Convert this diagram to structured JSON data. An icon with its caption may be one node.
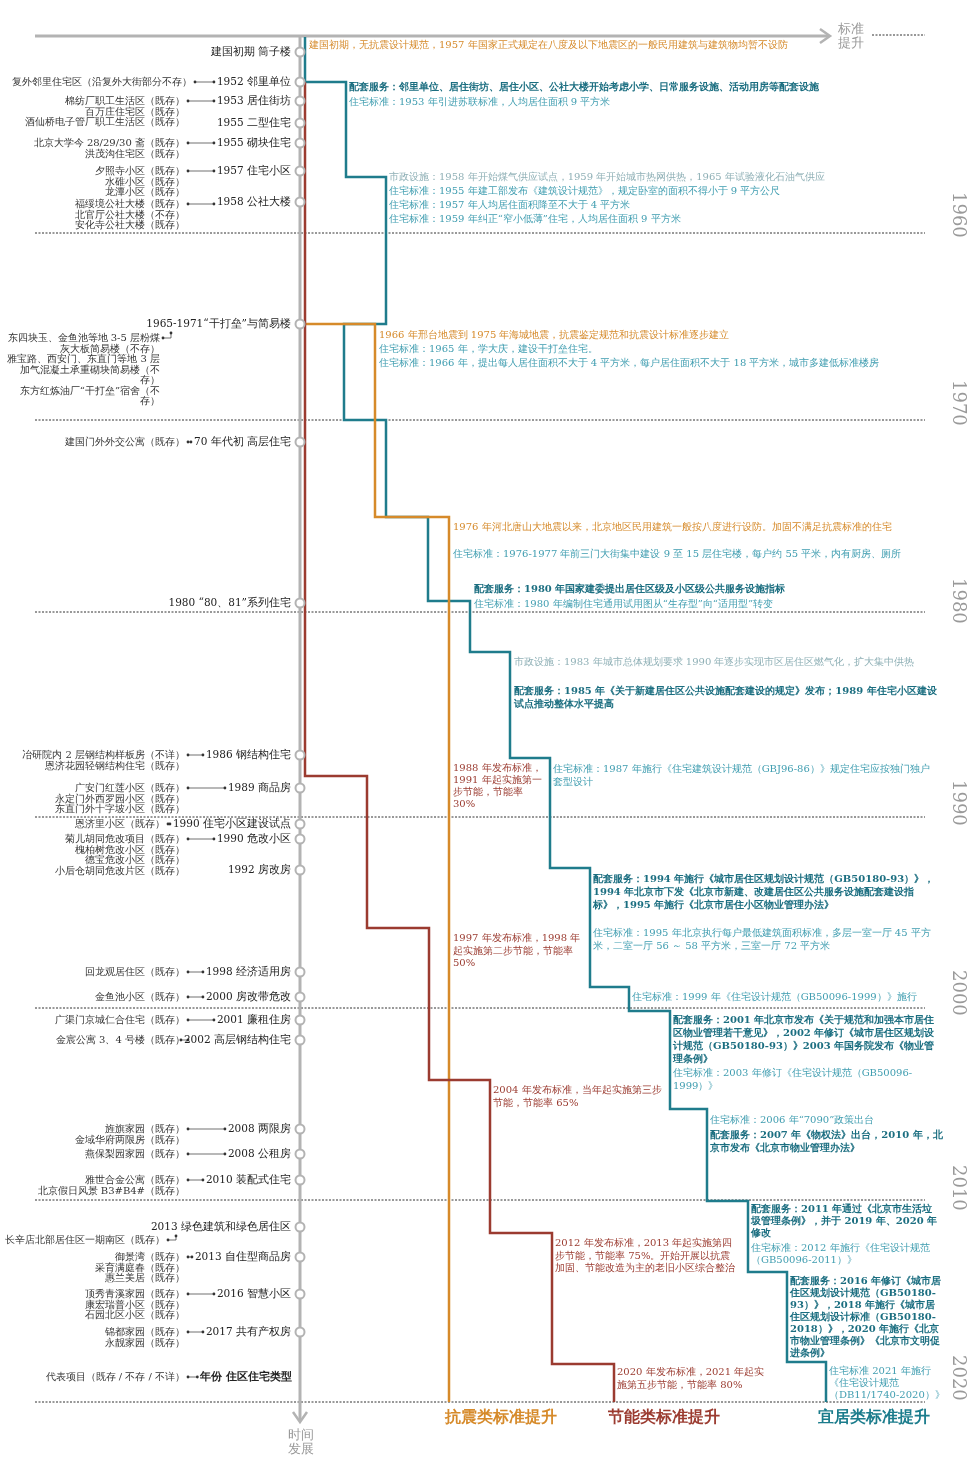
{
  "diagram": {
    "nodes": [
      {
        "text": [
          "建国初期 筒子楼"
        ]
      },
      {
        "text": [
          "1952 邻里单位"
        ]
      },
      {
        "text": [
          "复外邻里住宅区（沿复外大街部分不存）"
        ]
      },
      {
        "text": [
          "1953 居住街坊"
        ]
      },
      {
        "text": [
          "棉纺厂职工生活区（既存）",
          "百万庄住宅区（既存）",
          "酒仙桥电子管厂职工生活区（既存）"
        ]
      },
      {
        "text": [
          "1955 二型住宅"
        ]
      },
      {
        "text": [
          "1955 砌块住宅"
        ]
      },
      {
        "text": [
          "北京大学今 28/29/30 斋（既存）",
          "洪茂沟住宅区（既存）"
        ]
      },
      {
        "text": [
          "1957 住宅小区"
        ]
      },
      {
        "text": [
          "夕照寺小区（既存）",
          "水碓小区（既存）",
          "龙潭小区（既存）"
        ]
      },
      {
        "text": [
          "1958 公社大楼"
        ]
      },
      {
        "text": [
          "福绥境公社大楼（既存）",
          "北官厅公社大楼（不存）",
          "安化寺公社大楼（既存）"
        ]
      },
      {
        "text": [
          "1965-1971“干打垒”与简易楼"
        ]
      },
      {
        "text": [
          "东四块玉、金鱼池等地 3-5 层粉煤灰大板简易楼（不存）",
          "雅宝路、西安门、东直门等地 3 层加气混凝土承重砌块简易楼（不存）",
          "东方红炼油厂“干打垒”宿舍（不存）"
        ]
      },
      {
        "text": [
          "70 年代初 高层住宅"
        ]
      },
      {
        "text": [
          "建国门外外交公寓（既存）"
        ]
      },
      {
        "text": [
          "1980 “80、81”系列住宅"
        ]
      },
      {
        "text": [
          "1986 钢结构住宅"
        ]
      },
      {
        "text": [
          "冶研院内 2 层钢结构样板房（不详）",
          "恩济花园轻钢结构住宅（既存）"
        ]
      },
      {
        "text": [
          "1989 商品房"
        ]
      },
      {
        "text": [
          "广安门红莲小区（既存）",
          "永定门外西罗园小区（既存）",
          "东直门外十字坡小区（既存）"
        ]
      },
      {
        "text": [
          "1990 住宅小区建设试点"
        ]
      },
      {
        "text": [
          "恩济里小区（既存）"
        ]
      },
      {
        "text": [
          "1990 危改小区"
        ]
      },
      {
        "text": [
          "菊儿胡同危改项目（既存）",
          "槐柏树危改小区（既存）",
          "德宝危改小区（既存）",
          "小后仓胡同危改片区（既存）"
        ]
      },
      {
        "text": [
          "1992 房改房"
        ]
      },
      {
        "text": [
          "1998 经济适用房"
        ]
      },
      {
        "text": [
          "回龙观居住区（既存）"
        ]
      },
      {
        "text": [
          "2000 房改带危改"
        ]
      },
      {
        "text": [
          "金鱼池小区（既存）"
        ]
      },
      {
        "text": [
          "2001 廉租住房"
        ]
      },
      {
        "text": [
          "广渠门京城仁合住宅（既存）"
        ]
      },
      {
        "text": [
          "2002 高层钢结构住宅"
        ]
      },
      {
        "text": [
          "金宸公寓 3、4 号楼（既存）"
        ]
      },
      {
        "text": [
          "2008 两限房"
        ]
      },
      {
        "text": [
          "旌旗家园（既存）",
          "金域华府两限房（既存）"
        ]
      },
      {
        "text": [
          "2008 公租房"
        ]
      },
      {
        "text": [
          "燕保梨园家园（既存）"
        ]
      },
      {
        "text": [
          "2010 装配式住宅"
        ]
      },
      {
        "text": [
          "雅世合金公寓（既存）",
          "北京假日风景 B3#B4#（既存）"
        ]
      },
      {
        "text": [
          "2013 绿色建筑和绿色居住区"
        ]
      },
      {
        "text": [
          "长辛店北部居住区一期南区（既存）"
        ]
      },
      {
        "text": [
          "2013 自住型商品房"
        ]
      },
      {
        "text": [
          "御景湾（既存）",
          "采育满庭春（既存）",
          "惠兰美居（既存）"
        ]
      },
      {
        "text": [
          "2016 智慧小区"
        ]
      },
      {
        "text": [
          "顶秀青溪家园（既存）",
          "康宏瑞普小区（既存）",
          "石园北区小区（既存）"
        ]
      },
      {
        "text": [
          "2017 共有产权房"
        ]
      },
      {
        "text": [
          "锦都家园（既存）",
          "永靓家园（既存）"
        ]
      },
      {
        "text": [
          "年份 住区住宅类型"
        ]
      },
      {
        "text": [
          "代表项目（既存 / 不存 / 不详）"
        ]
      }
    ],
    "edges": [
      {
        "from": 2,
        "to": 1,
        "arrow": "other"
      },
      {
        "from": 4,
        "to": 3,
        "arrow": "other"
      },
      {
        "from": 7,
        "to": 6,
        "arrow": "other"
      },
      {
        "from": 9,
        "to": 8,
        "arrow": "other"
      },
      {
        "from": 11,
        "to": 10,
        "arrow": "other"
      },
      {
        "from": 13,
        "to": 12,
        "arrow": "other"
      },
      {
        "from": 15,
        "to": 14,
        "arrow": "other"
      },
      {
        "from": 18,
        "to": 17,
        "arrow": "other"
      },
      {
        "from": 20,
        "to": 19,
        "arrow": "other"
      },
      {
        "from": 22,
        "to": 21,
        "arrow": "other"
      },
      {
        "from": 24,
        "to": 23,
        "arrow": "other"
      },
      {
        "from": 27,
        "to": 26,
        "arrow": "other"
      },
      {
        "from": 29,
        "to": 28,
        "arrow": "other"
      },
      {
        "from": 31,
        "to": 30,
        "arrow": "other"
      },
      {
        "from": 33,
        "to": 32,
        "arrow": "other"
      },
      {
        "from": 35,
        "to": 34,
        "arrow": "other"
      },
      {
        "from": 37,
        "to": 36,
        "arrow": "other"
      },
      {
        "from": 39,
        "to": 38,
        "arrow": "other"
      },
      {
        "from": 41,
        "to": 40,
        "arrow": "other"
      },
      {
        "from": 43,
        "to": 42,
        "arrow": "other"
      },
      {
        "from": 45,
        "to": 44,
        "arrow": "other"
      },
      {
        "from": 47,
        "to": 46,
        "arrow": "other"
      },
      {
        "from": 49,
        "to": 48,
        "arrow": "other"
      }
    ],
    "labels": [
      "标准提升",
      "建国初期，无抗震设计规范，1957 年国家正式规定在八度及以下地震区的一般民用建筑与建筑物均暂不设防",
      "配套服务：邻里单位、居住街坊、居住小区、公社大楼开始考虑小学、日常服务设施、活动用房等配套设施",
      "住宅标准：1953 年引进苏联标准，人均居住面积 9 平方米",
      "市政设施：1958 年开始煤气供应试点，1959 年开始城市热网供热，1965 年试验液化石油气供应",
      "住宅标准：1955 年建工部发布《建筑设计规范》，规定卧室的面积不得小于 9 平方公尺",
      "住宅标准：1957 年人均居住面积降至不大于 4 平方米",
      "住宅标准：1959 年纠正“窄小低薄”住宅，人均居住面积 9 平方米",
      "1966 年邢台地震到 1975 年海城地震，抗震鉴定规范和抗震设计标准逐步建立",
      "住宅标准：1965 年，学大庆，建设干打垒住宅。",
      "住宅标准：1966 年，提出每人居住面积不大于 4 平方米，每户居住面积不大于 18 平方米，城市多建低标准楼房",
      "1976 年河北唐山大地震以来，北京地区民用建筑一般按八度进行设防。加固不满足抗震标准的住宅",
      "住宅标准：1976-1977 年前三门大街集中建设 9 至 15 层住宅楼，每户约 55 平米，内有厨房、厕所",
      "配套服务：1980 年国家建委提出居住区级及小区级公共服务设施指标",
      "住宅标准：1980 年编制住宅通用试用图从“生存型”向“适用型”转变",
      "市政设施：1983 年城市总体规划要求 1990 年逐步实现市区居住区燃气化，扩大集中供热",
      "配套服务：1985 年《关于新建居住区公共设施配套建设的规定》发布；1989 年住宅小区建设试点推动整体水平提高",
      "住宅标准：1987 年施行《住宅建筑设计规范（GBJ96-86）》规定住宅应按独门独户套型设计",
      "1988 年发布标准，1991 年起实施第一步节能，节能率 30%",
      "配套服务：1994 年施行《城市居住区规划设计规范（GB50180-93）》，1994 年北京市下发《北京市新建、改建居住区公共服务设施配套建设指标》，1995 年施行《北京市居住小区物业管理办法》",
      "住宅标准：1995 年北京执行每户最低建筑面积标准，多层一室一厅 45 平方米，二室一厅 56 ～ 58 平方米，三室一厅 72 平方米",
      "1997 年发布标准，1998 年起实施第二步节能，节能率 50%",
      "住宅标准：1999 年《住宅设计规范（GB50096-1999）》施行",
      "配套服务：2001 年北京市发布《关于规范和加强本市居住区物业管理若干意见》，2002 年修订《城市居住区规划设计规范（GB50180-93）》2003 年国务院发布《物业管理条例》",
      "住宅标准：2003 年修订《住宅设计规范（GB50096-1999）》",
      "2004 年发布标准，当年起实施第三步节能，节能率 65%",
      "住宅标准：2006 年“7090”政策出台",
      "配套服务：2007 年《物权法》出台，2010 年，北京市发布《北京市物业管理办法》",
      "配套服务：2011 年通过《北京市生活垃圾管理条例》，并于 2019 年、2020 年修改",
      "住宅标准：2012 年施行《住宅设计规范（GB50096-2011）》",
      "2012 年发布标准，2013 年起实施第四步节能，节能率 75%。开始开展以抗震加固、节能改造为主的老旧小区综合整治",
      "配套服务：2016 年修订《城市居住区规划设计规范（GB50180-93）》，2018 年施行《城市居住区规划设计标准（GB50180-2018）》，2020 年施行《北京市物业管理条例》《北京市文明促进条例》",
      "住宅标准 2021 年施行《住宅设计规范（DB11/1740-2020）》",
      "2020 年发布标准，2021 年起实施第五步节能，节能率 80%",
      "1960",
      "1970",
      "1980",
      "1990",
      "2000",
      "2010",
      "2020",
      "抗震类标准提升",
      "节能类标准提升",
      "宜居类标准提升",
      "时间发展"
    ]
  }
}
